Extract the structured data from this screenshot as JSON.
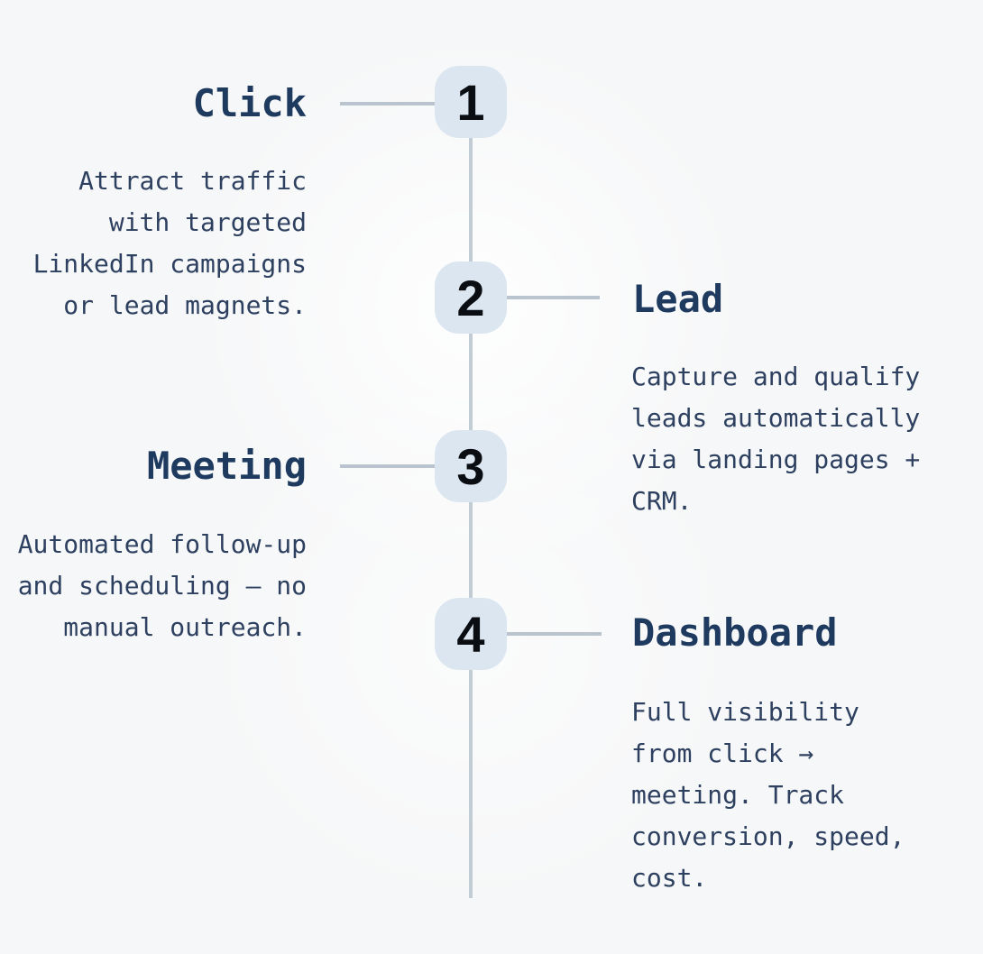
{
  "theme": {
    "page-bg": "#f6f7f8",
    "line-color": "#c2ccd4",
    "connector-color": "#b9c4cf",
    "badge-bg": "#dce6f0",
    "badge-number-color": "#0a0d12",
    "title-color": "#1e3a5f",
    "body-color": "#2e4060"
  },
  "timeline": {
    "steps": [
      {
        "number": "1",
        "title": "Click",
        "side": "left",
        "description": "Attract traffic with targeted LinkedIn campaigns or lead magnets."
      },
      {
        "number": "2",
        "title": "Lead",
        "side": "right",
        "description": "Capture and qualify leads automatically via landing pages + CRM."
      },
      {
        "number": "3",
        "title": "Meeting",
        "side": "left",
        "description": "Automated follow-up and scheduling — no manual outreach."
      },
      {
        "number": "4",
        "title": "Dashboard",
        "side": "right",
        "description": "Full visibility from click → meeting. Track conversion, speed, cost."
      }
    ]
  }
}
